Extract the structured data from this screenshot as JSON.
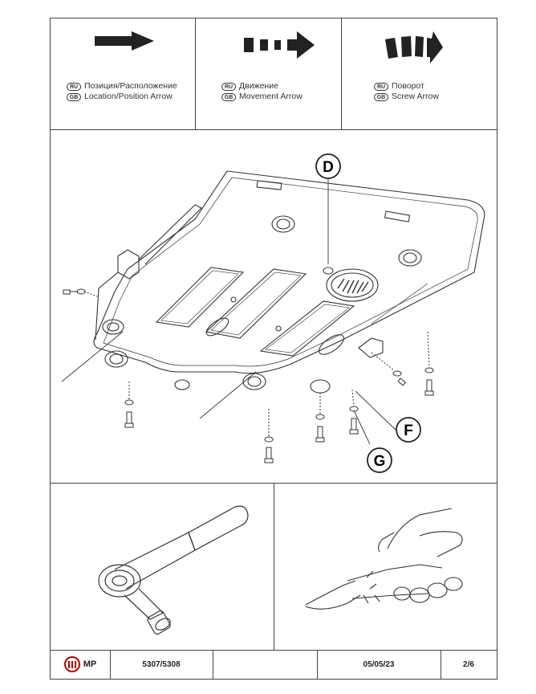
{
  "legend": [
    {
      "icon": "location-position-arrow-icon",
      "ru_code": "RU",
      "gb_code": "GB",
      "ru_label": "Позиция/Расположение",
      "gb_label": "Location/Position Arrow"
    },
    {
      "icon": "movement-arrow-icon",
      "ru_code": "RU",
      "gb_code": "GB",
      "ru_label": "Движение",
      "gb_label": "Movement Arrow"
    },
    {
      "icon": "screw-arrow-icon",
      "ru_code": "RU",
      "gb_code": "GB",
      "ru_label": "Поворот",
      "gb_label": "Screw Arrow"
    }
  ],
  "diagram": {
    "callouts": {
      "d": "D",
      "f": "F",
      "g": "G"
    }
  },
  "tools": {
    "left": "ratchet-wrench-icon",
    "right": "wire-cutters-in-hand-icon"
  },
  "footer": {
    "logo_text": "MP",
    "part_number": "5307/5308",
    "blank": "",
    "date": "05/05/23",
    "page": "2/6"
  },
  "colors": {
    "logo_red": "#b00000",
    "line": "#444444"
  }
}
